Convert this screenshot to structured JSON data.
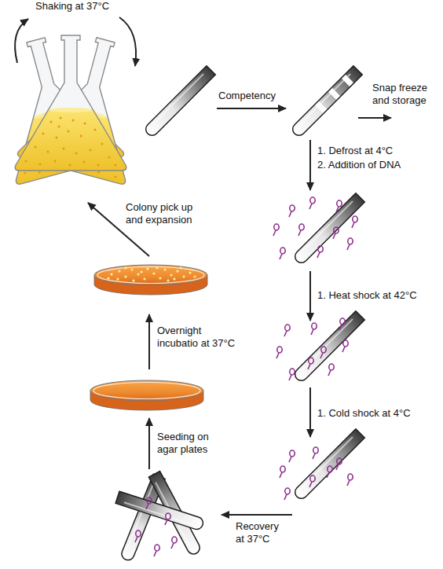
{
  "diagram": {
    "labels": [
      "Shaking at 37°C",
      "Competency",
      "Snap freeze and storage",
      "1. Defrost at 4°C",
      "2. Addition of DNA",
      "1. Heat shock at 42°C",
      "1. Cold shock at 4°C",
      "Recovery at 37°C",
      "Seeding on agar plates",
      "Overnight incubatio at 37°C",
      "Colony pick up and expansion"
    ]
  }
}
